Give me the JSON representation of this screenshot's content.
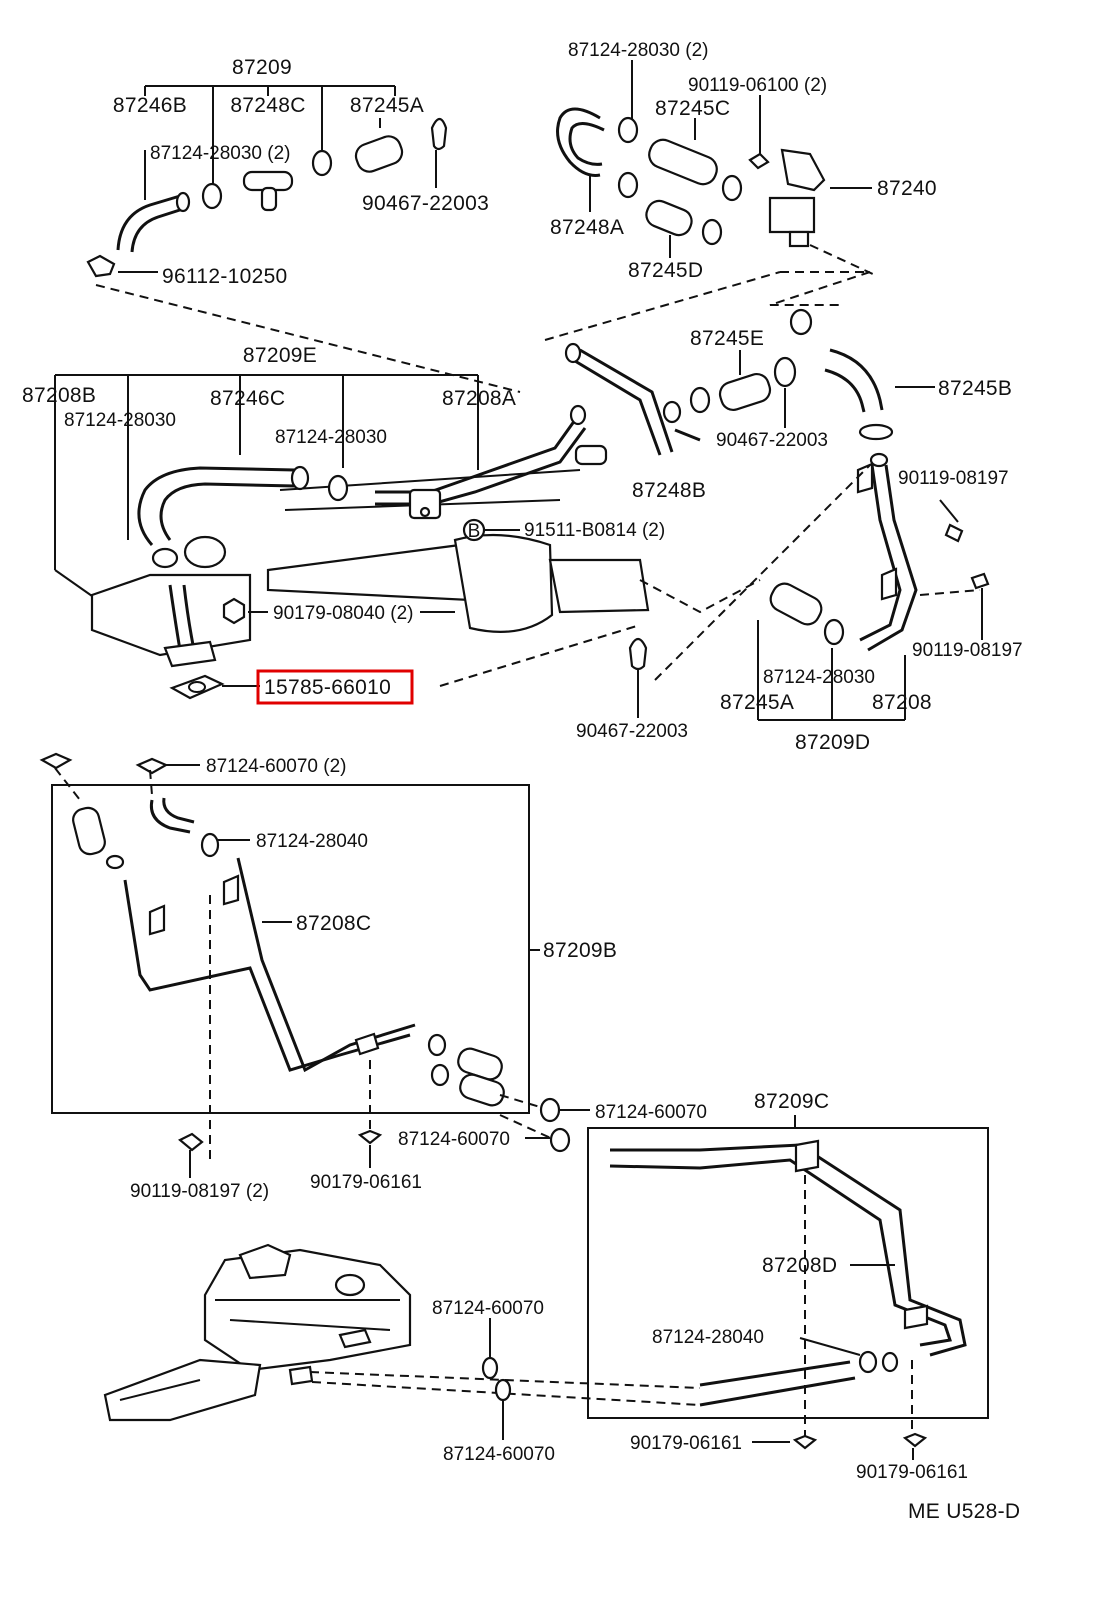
{
  "diagram": {
    "callouts": {
      "c1": "87209",
      "c2": "87246B",
      "c3": "87248C",
      "c4": "87245A",
      "c5": "87124-28030 (2)",
      "c6": "90467-22003",
      "c7": "96112-10250",
      "c8": "87124-28030 (2)",
      "c9": "90119-06100 (2)",
      "c10": "87245C",
      "c11": "87240",
      "c12": "87248A",
      "c13": "87245D",
      "c14": "87209E",
      "c15": "87208B",
      "c16": "87246C",
      "c17": "87124-28030",
      "c18": "87124-28030",
      "c19": "87208A",
      "c20": "87245E",
      "c21": "87245B",
      "c22": "90467-22003",
      "c23": "87248B",
      "c24": "91511-B0814 (2)",
      "c25": "90119-08197",
      "c26": "90179-08040 (2)",
      "c27": "15785-66010",
      "c28": "90119-08197",
      "c29": "87124-28030",
      "c30": "87245A",
      "c31": "87208",
      "c32": "87209D",
      "c33": "90467-22003",
      "c34": "87124-60070 (2)",
      "c35": "87124-28040",
      "c36": "87208C",
      "c37": "87209B",
      "c38": "87124-60070",
      "c39": "87209C",
      "c40": "87124-60070",
      "c41": "90119-08197 (2)",
      "c42": "90179-06161",
      "c43": "87208D",
      "c44": "87124-60070",
      "c45": "87124-28040",
      "c46": "87124-60070",
      "c47": "90179-06161",
      "c48": "90179-06161",
      "c49": "ME U528-D"
    },
    "marker_letter": "B",
    "highlight_color": "#e00000"
  }
}
